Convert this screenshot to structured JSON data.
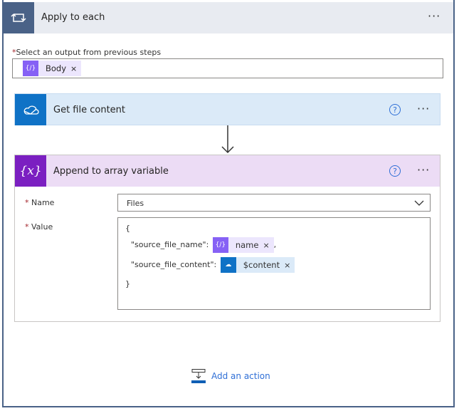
{
  "apply_each": {
    "title": "Apply to each",
    "more": "···",
    "field_label": "Select an output from previous steps",
    "required": "*",
    "token": {
      "label": "Body",
      "remove": "×",
      "icon": "expression-icon"
    }
  },
  "get_file": {
    "title": "Get file content",
    "help": "?",
    "more": "···",
    "icon": "onedrive-cloud-icon"
  },
  "append": {
    "title": "Append to array variable",
    "help": "?",
    "more": "···",
    "icon_text": "{x}",
    "name_label": "Name",
    "name_value": "Files",
    "value_label": "Value",
    "required": "*",
    "code": {
      "open": "{",
      "line1_key": "\"source_file_name\":",
      "token1": "name",
      "comma": ",",
      "line2_key": "\"source_file_content\":",
      "token2": "$content",
      "remove": "×",
      "close": "}"
    }
  },
  "add_action": {
    "label": "Add an action"
  },
  "colors": {
    "frame": "#4a6287",
    "onedrive": "#0f72c6",
    "variable": "#7b1fc1",
    "expression": "#8661f5",
    "link": "#2f6fd6"
  }
}
